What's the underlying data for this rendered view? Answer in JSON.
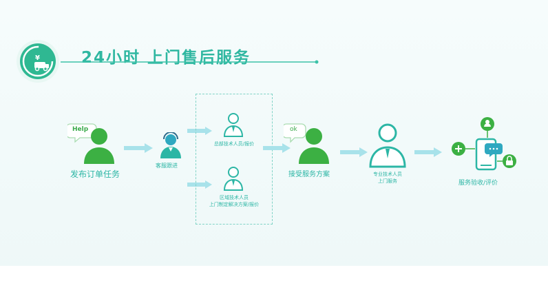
{
  "header": {
    "title": "24小时  上门售后服务",
    "clock_van_icon": "clock-van-icon"
  },
  "steps": {
    "publish": {
      "label": "发布订单任务",
      "bubble": "Help"
    },
    "tracking": {
      "label": "客服跟进"
    },
    "hq_tech": {
      "label": "总部技术人员/报价"
    },
    "regional_tech": {
      "line1": "区域技术人员",
      "line2": "上门制定解决方案/报价"
    },
    "accept": {
      "label": "接受服务方案",
      "bubble": "ok"
    },
    "pro_tech": {
      "line1": "专业技术人员",
      "line2": "上门服务"
    },
    "acceptance": {
      "label": "服务验收/评价"
    }
  },
  "colors": {
    "green": "#3cb043",
    "teal": "#2cb6a5",
    "arrow": "#a8e2ea",
    "dash": "#7fd3c6"
  }
}
